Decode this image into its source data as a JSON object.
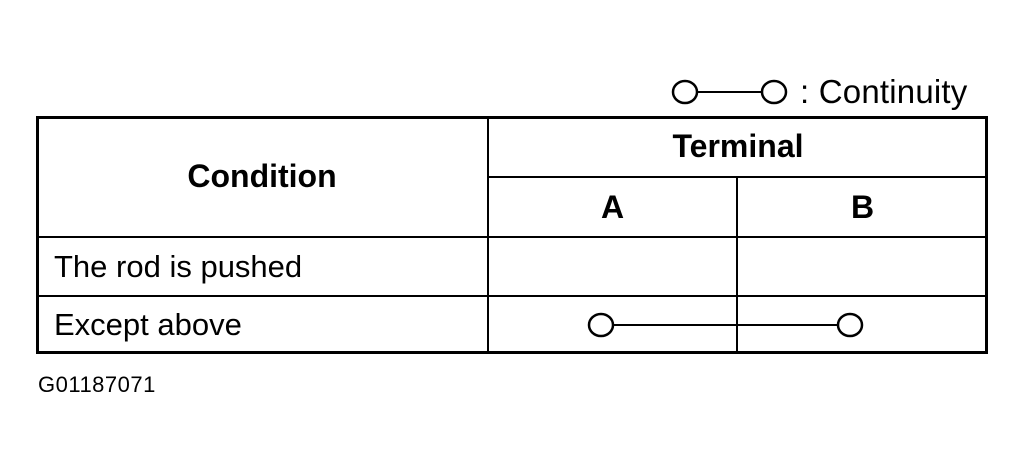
{
  "legend": {
    "symbol_icon": "continuity-symbol-icon",
    "label": ": Continuity"
  },
  "table": {
    "header": {
      "condition": "Condition",
      "terminal": "Terminal",
      "terminals": [
        "A",
        "B"
      ]
    },
    "rows": [
      {
        "condition": "The rod is pushed",
        "continuity": false
      },
      {
        "condition": "Except above",
        "continuity": true
      }
    ]
  },
  "figure_id": "G01187071"
}
